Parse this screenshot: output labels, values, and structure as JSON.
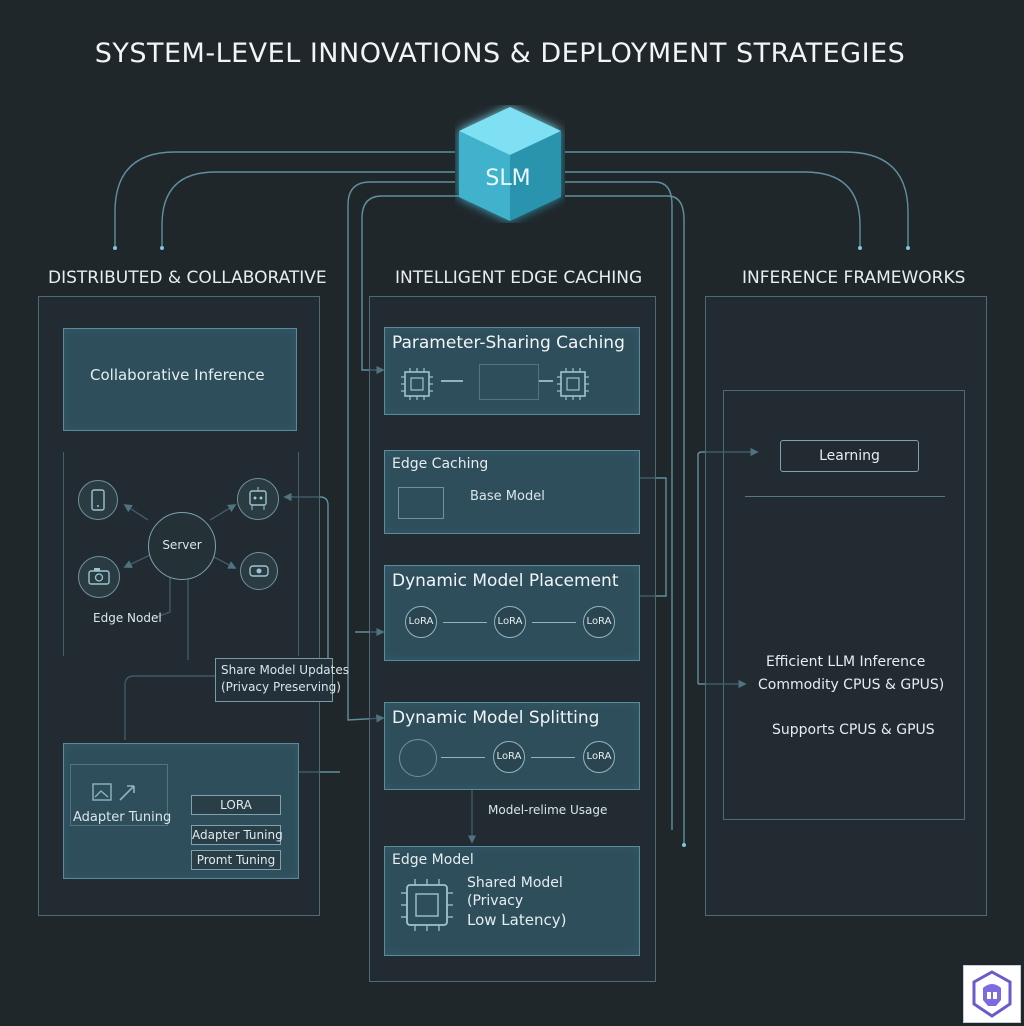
{
  "title": "SYSTEM-LEVEL INNOVATIONS & DEPLOYMENT STRATEGIES",
  "hub": {
    "label": "SLM"
  },
  "columns": {
    "left": {
      "heading": "DISTRIBUTED & COLLABORATIVE",
      "collab_box": "Collaborative Inference",
      "server": "Server",
      "edge_model": "Edge Nodel",
      "share_updates_line1": "Share Model Updates",
      "share_updates_line2": "(Privacy Preserving)",
      "adapter_box": {
        "title": "Adapter Tuning",
        "pills": [
          "LORA",
          "Adapter Tuning",
          "Promt Tuning"
        ]
      }
    },
    "middle": {
      "heading": "INTELLIGENT EDGE CACHING",
      "param_sharing": "Parameter-Sharing Caching",
      "edge_caching": {
        "title": "Edge  Caching",
        "base_model": "Base Model"
      },
      "placement": {
        "title": "Dynamic Model Placement",
        "nodes": [
          "LoRA",
          "LoRA",
          "LoRA"
        ]
      },
      "splitting": {
        "title": "Dynamic Model Splitting",
        "nodes": [
          "LoRA",
          "LoRA"
        ]
      },
      "usage": "Model-relime Usage",
      "edge_model": {
        "title": "Edge Model",
        "line1": "Shared  Model",
        "line2": "(Privacy",
        "line3": "Low Latency)"
      }
    },
    "right": {
      "heading": "INFERENCE FRAMEWORKS",
      "learning": "Learning",
      "line1": "Efficient LLM Inference",
      "line2": "Commodity CPUS & GPUS)",
      "line3": "Supports CPUS & GPUS"
    }
  },
  "colors": {
    "background": "#20272b",
    "box_fill": "#2f4e5b",
    "accent_cyan": "#6fd6ec",
    "border": "#4d6a76"
  },
  "icons": [
    "phone-icon",
    "robot-icon",
    "cctv-icon",
    "camera-icon",
    "image-icon",
    "chip-icon",
    "logo-icon"
  ]
}
